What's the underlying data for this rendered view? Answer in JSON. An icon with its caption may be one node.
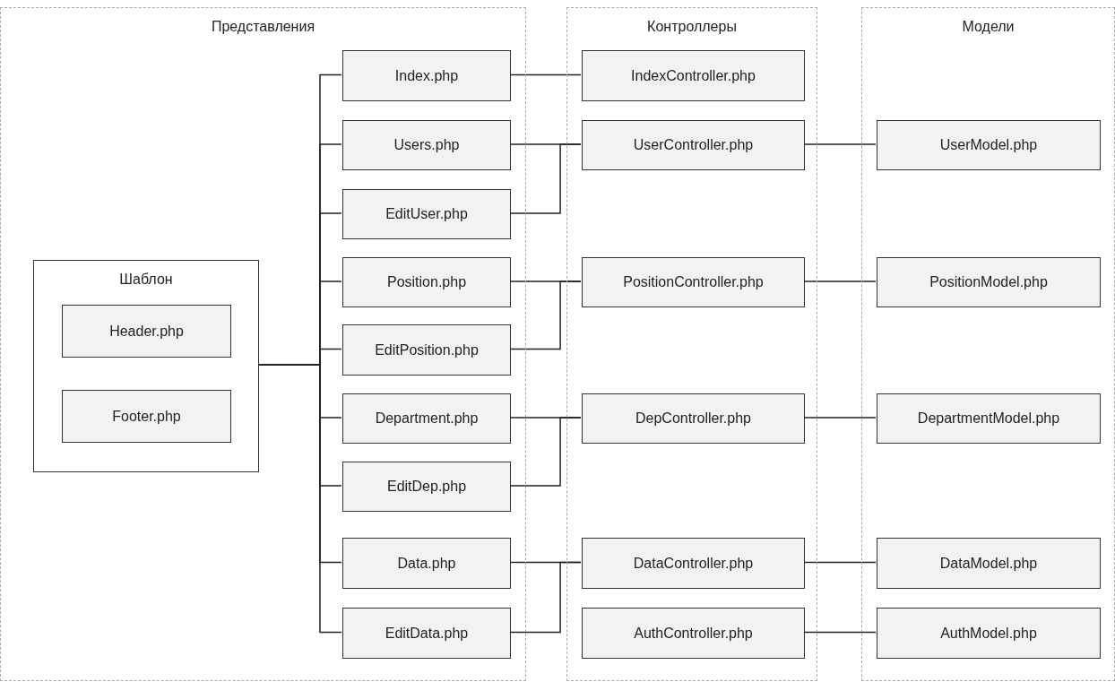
{
  "diagram": {
    "nodes": [
      {
        "text": [
          "Представления"
        ]
      },
      {
        "text": [
          "Контроллеры"
        ]
      },
      {
        "text": [
          "Модели"
        ]
      },
      {
        "text": [
          "Шаблон"
        ],
        "in": 0
      },
      {
        "text": [
          "Header.php"
        ],
        "in": 3
      },
      {
        "text": [
          "Footer.php"
        ],
        "in": 3
      },
      {
        "text": [
          "Index.php"
        ],
        "in": 0
      },
      {
        "text": [
          "Users.php"
        ],
        "in": 0
      },
      {
        "text": [
          "EditUser.php"
        ],
        "in": 0
      },
      {
        "text": [
          "Position.php"
        ],
        "in": 0
      },
      {
        "text": [
          "EditPosition.php"
        ],
        "in": 0
      },
      {
        "text": [
          "Department.php"
        ],
        "in": 0
      },
      {
        "text": [
          "EditDep.php"
        ],
        "in": 0
      },
      {
        "text": [
          "Data.php"
        ],
        "in": 0
      },
      {
        "text": [
          "EditData.php"
        ],
        "in": 0
      },
      {
        "text": [
          "IndexController.php"
        ],
        "in": 1
      },
      {
        "text": [
          "UserController.php"
        ],
        "in": 1
      },
      {
        "text": [
          "PositionController.php"
        ],
        "in": 1
      },
      {
        "text": [
          "DepController.php"
        ],
        "in": 1
      },
      {
        "text": [
          "DataController.php"
        ],
        "in": 1
      },
      {
        "text": [
          "AuthController.php"
        ],
        "in": 1
      },
      {
        "text": [
          "UserModel.php"
        ],
        "in": 2
      },
      {
        "text": [
          "PositionModel.php"
        ],
        "in": 2
      },
      {
        "text": [
          "DepartmentModel.php"
        ],
        "in": 2
      },
      {
        "text": [
          "DataModel.php"
        ],
        "in": 2
      },
      {
        "text": [
          "AuthModel.php"
        ],
        "in": 2
      }
    ],
    "edges": [
      {
        "from": 3,
        "to": 6,
        "arrow": "none"
      },
      {
        "from": 3,
        "to": 7,
        "arrow": "none"
      },
      {
        "from": 3,
        "to": 8,
        "arrow": "none"
      },
      {
        "from": 3,
        "to": 9,
        "arrow": "none"
      },
      {
        "from": 3,
        "to": 10,
        "arrow": "none"
      },
      {
        "from": 3,
        "to": 11,
        "arrow": "none"
      },
      {
        "from": 3,
        "to": 12,
        "arrow": "none"
      },
      {
        "from": 3,
        "to": 13,
        "arrow": "none"
      },
      {
        "from": 3,
        "to": 14,
        "arrow": "none"
      },
      {
        "from": 6,
        "to": 15,
        "arrow": "none"
      },
      {
        "from": 7,
        "to": 16,
        "arrow": "none"
      },
      {
        "from": 8,
        "to": 16,
        "arrow": "none"
      },
      {
        "from": 9,
        "to": 17,
        "arrow": "none"
      },
      {
        "from": 10,
        "to": 17,
        "arrow": "none"
      },
      {
        "from": 11,
        "to": 18,
        "arrow": "none"
      },
      {
        "from": 12,
        "to": 18,
        "arrow": "none"
      },
      {
        "from": 13,
        "to": 19,
        "arrow": "none"
      },
      {
        "from": 14,
        "to": 19,
        "arrow": "none"
      },
      {
        "from": 16,
        "to": 21,
        "arrow": "none"
      },
      {
        "from": 17,
        "to": 22,
        "arrow": "none"
      },
      {
        "from": 18,
        "to": 23,
        "arrow": "none"
      },
      {
        "from": 19,
        "to": 24,
        "arrow": "none"
      },
      {
        "from": 20,
        "to": 25,
        "arrow": "none"
      }
    ]
  }
}
